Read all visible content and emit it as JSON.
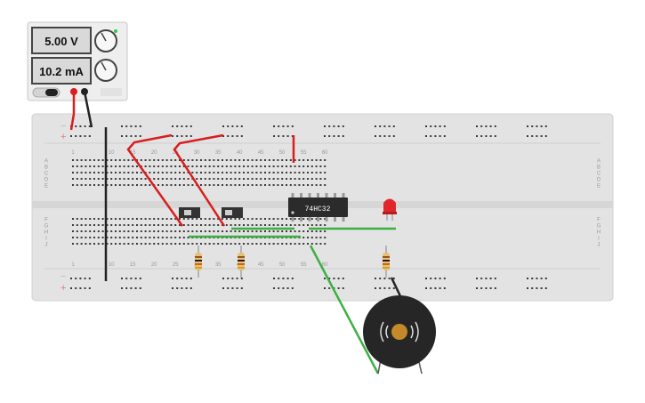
{
  "power_supply": {
    "voltage_display": "5.00 V",
    "current_display": "10.2 mA",
    "colors": {
      "positive_terminal": "#d81e1e",
      "negative_terminal": "#222222",
      "indicator": "#2ecc40"
    },
    "icons": [
      "voltage-knob-icon",
      "current-knob-icon",
      "power-switch-icon"
    ]
  },
  "breadboard": {
    "row_labels": [
      "A",
      "B",
      "C",
      "D",
      "E",
      "F",
      "G",
      "H",
      "I",
      "J"
    ],
    "column_numbers": [
      "1",
      "10",
      "15",
      "20",
      "25",
      "30",
      "35",
      "40",
      "45",
      "50",
      "55",
      "60"
    ],
    "rail_signs": {
      "minus": "−",
      "plus": "+"
    }
  },
  "components": {
    "chip_label": "74HC32",
    "switch_count": 2,
    "resistor_count": 3,
    "led_color": "#e0262a",
    "buzzer_icon": "sound-waves-icon"
  },
  "wire_colors": {
    "red": "#d81e1e",
    "black": "#222222",
    "green": "#3cb043"
  }
}
